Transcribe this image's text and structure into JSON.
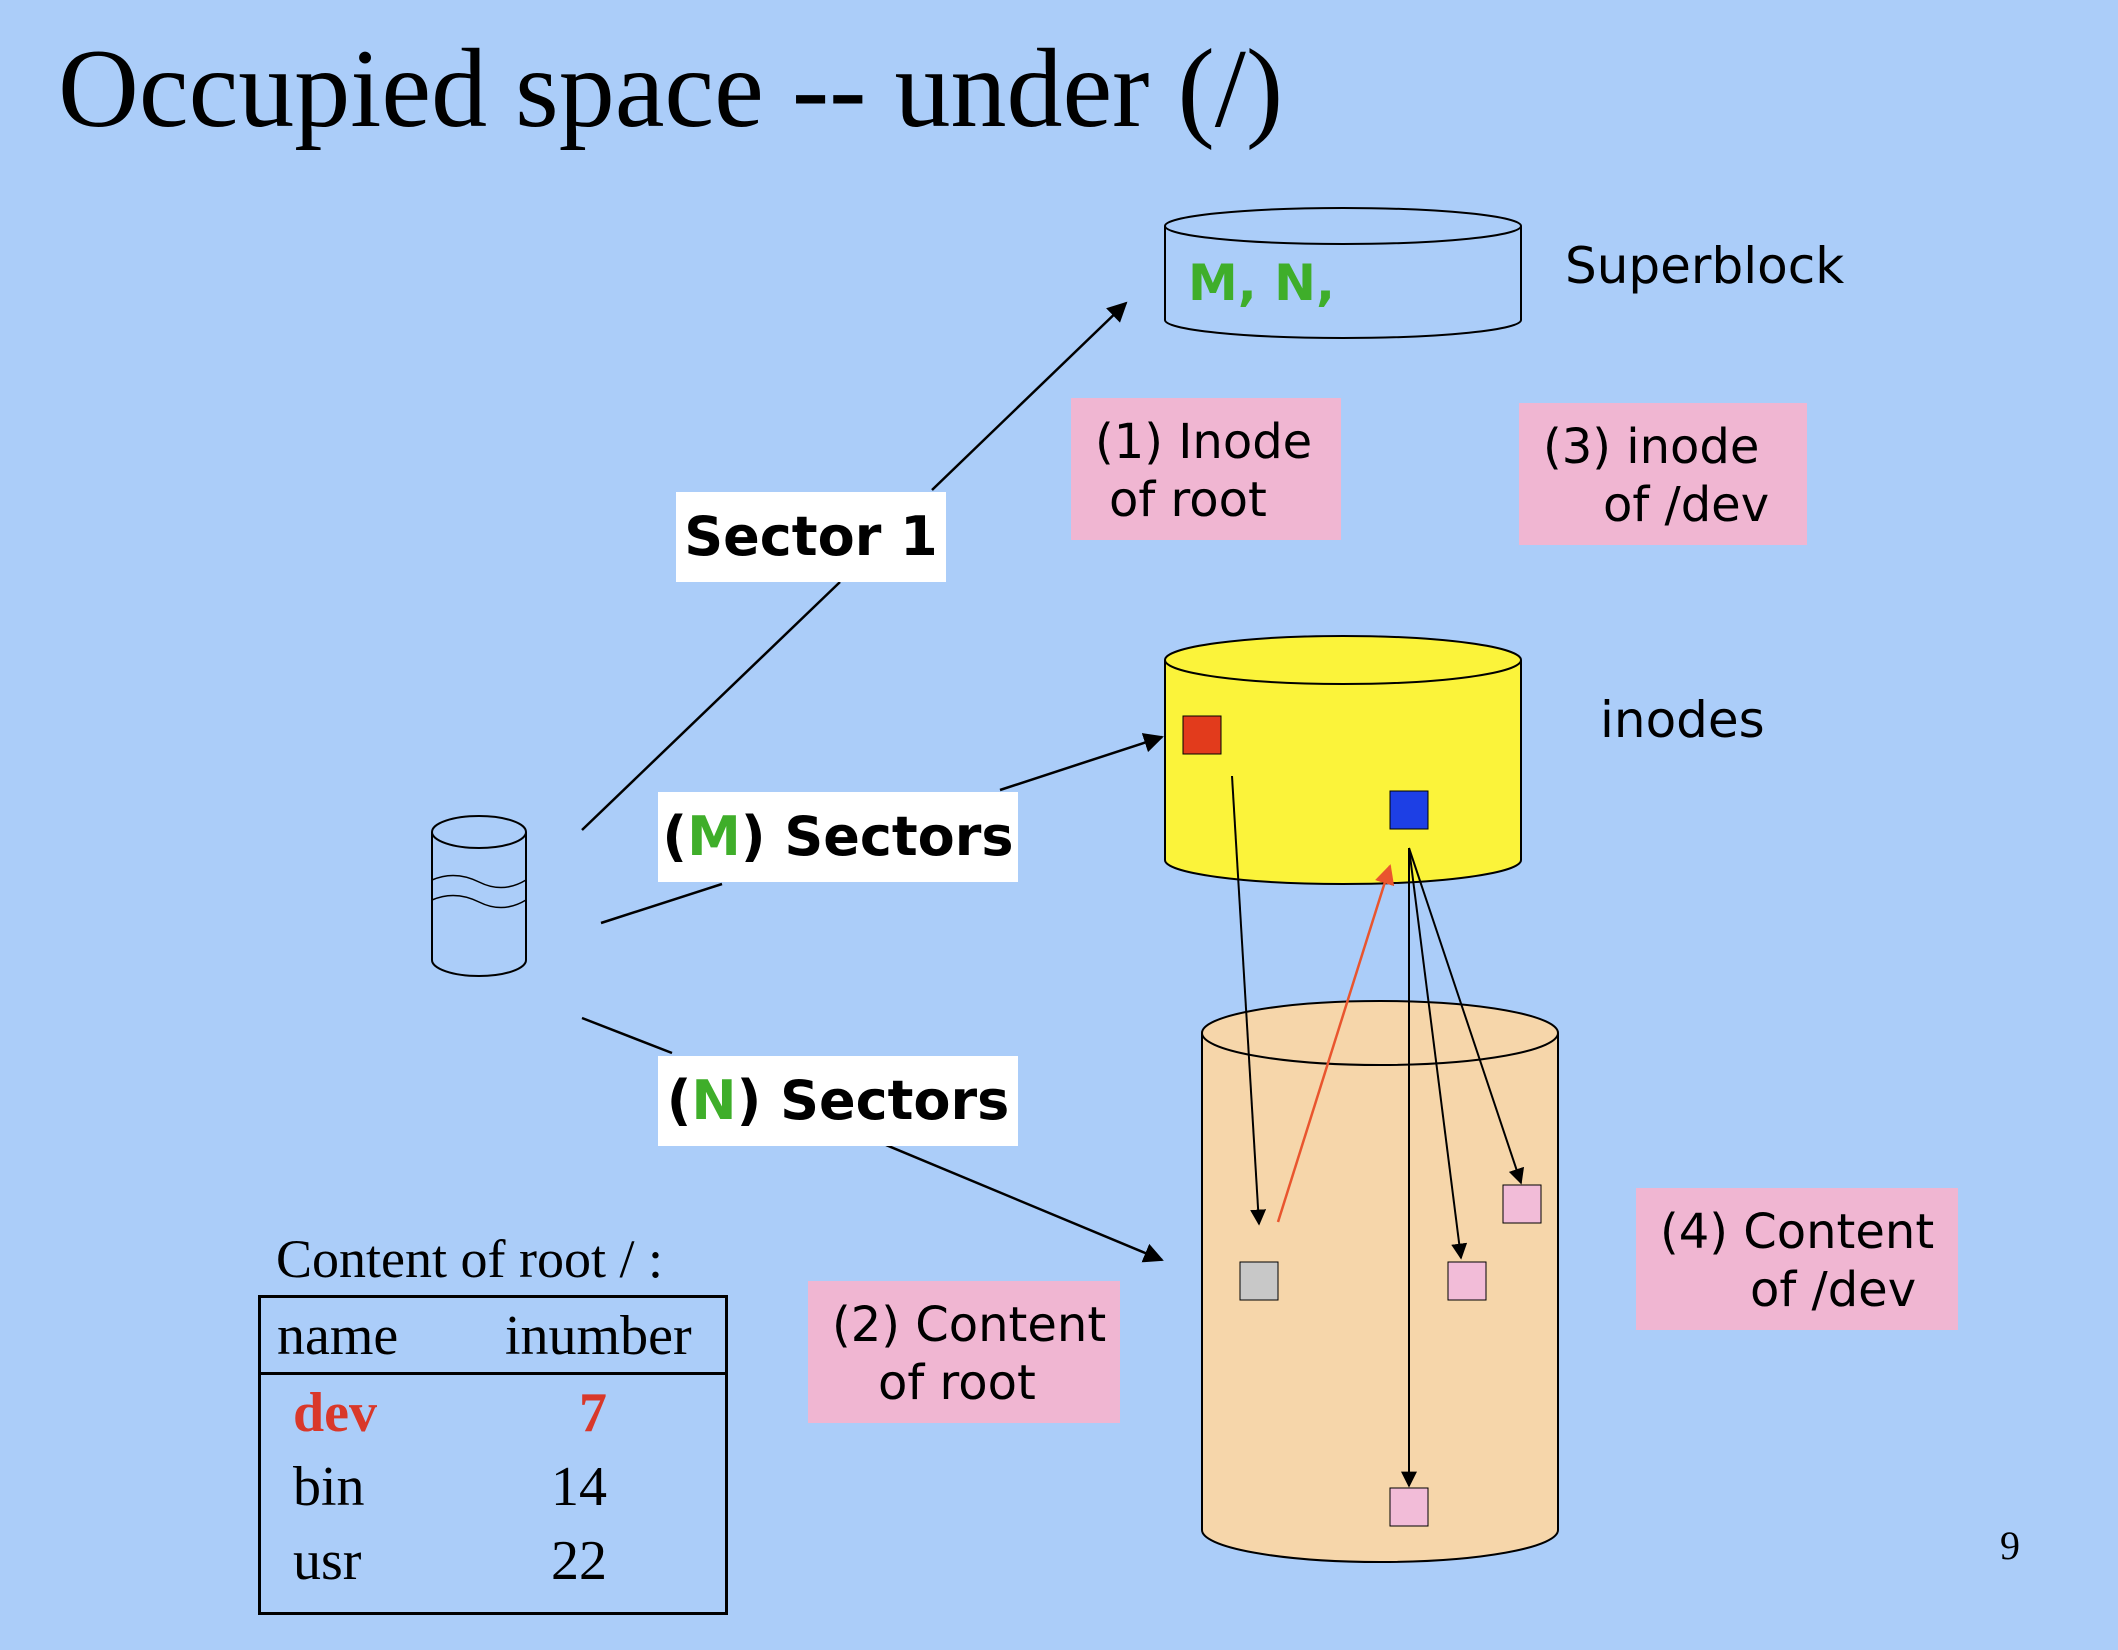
{
  "title": "Occupied space -- under (/)",
  "superblock": {
    "content": "M, N,",
    "label": "Superblock"
  },
  "inodes_label": "inodes",
  "sector_labels": {
    "sector1": "Sector 1",
    "m_letter": "M",
    "n_letter": "N",
    "sectors_word": "Sectors"
  },
  "callouts": {
    "inode_of_root": [
      "(1) Inode",
      "of  root"
    ],
    "content_of_root": [
      "(2) Content",
      "of root"
    ],
    "inode_of_dev": [
      "(3) inode",
      "of  /dev"
    ],
    "content_of_dev": [
      "(4) Content",
      "of /dev"
    ]
  },
  "root_table": {
    "caption": "Content of  root / :",
    "headers": [
      "name",
      "inumber"
    ],
    "rows": [
      {
        "name": "dev",
        "inumber": "7"
      },
      {
        "name": "bin",
        "inumber": "14"
      },
      {
        "name": "usr",
        "inumber": "22"
      }
    ]
  },
  "page_number": "9",
  "colors": {
    "background": "#abcdf9",
    "inodes_fill": "#fbf33a",
    "data_fill": "#f6d6aa",
    "root_inode_marker": "#e23b1c",
    "dev_inode_marker": "#1d3fe5",
    "block_pink": "#f2bcd8",
    "block_gray": "#c8c8c8",
    "pointer_back": "#e9552e"
  }
}
